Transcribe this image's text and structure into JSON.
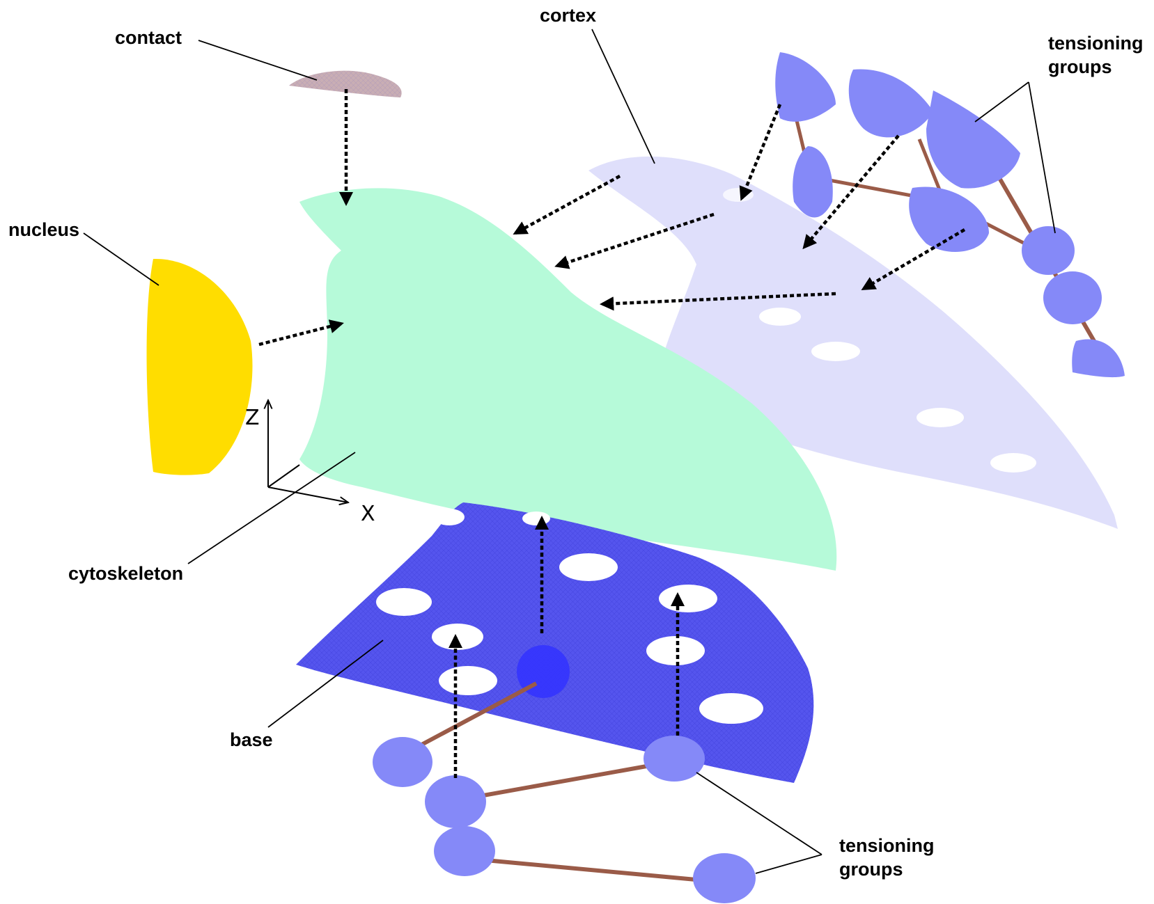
{
  "labels": {
    "contact": "contact",
    "cortex": "cortex",
    "nucleus": "nucleus",
    "cytoskeleton": "cytoskeleton",
    "base": "base",
    "tensioning_top_line1": "tensioning",
    "tensioning_top_line2": "groups",
    "tensioning_bottom_line1": "tensioning",
    "tensioning_bottom_line2": "groups"
  },
  "axes": {
    "z": "Z",
    "x": "X"
  },
  "colors": {
    "contact": "#c9aeb4",
    "cortex": "#dcdcfb",
    "cytoskeleton": "#b6fad9",
    "nucleus": "#ffdd00",
    "base": "#5555ee",
    "tensioning_group": "#8589f8",
    "tension_rod": "#9a5b48",
    "arrow": "#000000"
  }
}
